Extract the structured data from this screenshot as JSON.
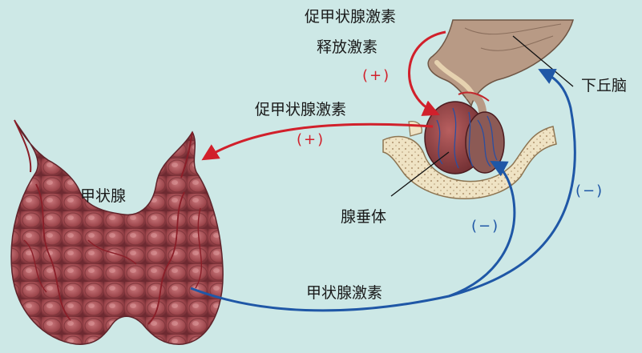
{
  "labels": {
    "trh_line1": "促甲状腺激素",
    "trh_line2": "释放激素",
    "tsh": "促甲状腺激素",
    "hypothalamus": "下丘脑",
    "thyroid": "甲状腺",
    "pituitary": "腺垂体",
    "thyroid_hormone": "甲状腺激素"
  },
  "signs": {
    "trh_effect": "(+)",
    "tsh_effect": "(+)",
    "feedback_hypothalamus": "(−)",
    "feedback_pituitary": "(−)"
  },
  "colors": {
    "background": "#cde8e6",
    "stimulate_arrow": "#d1202b",
    "inhibit_arrow": "#1f57a6",
    "thyroid_tissue": "#a84a4f",
    "bone": "#efe3c4",
    "brain": "#b89a85"
  }
}
